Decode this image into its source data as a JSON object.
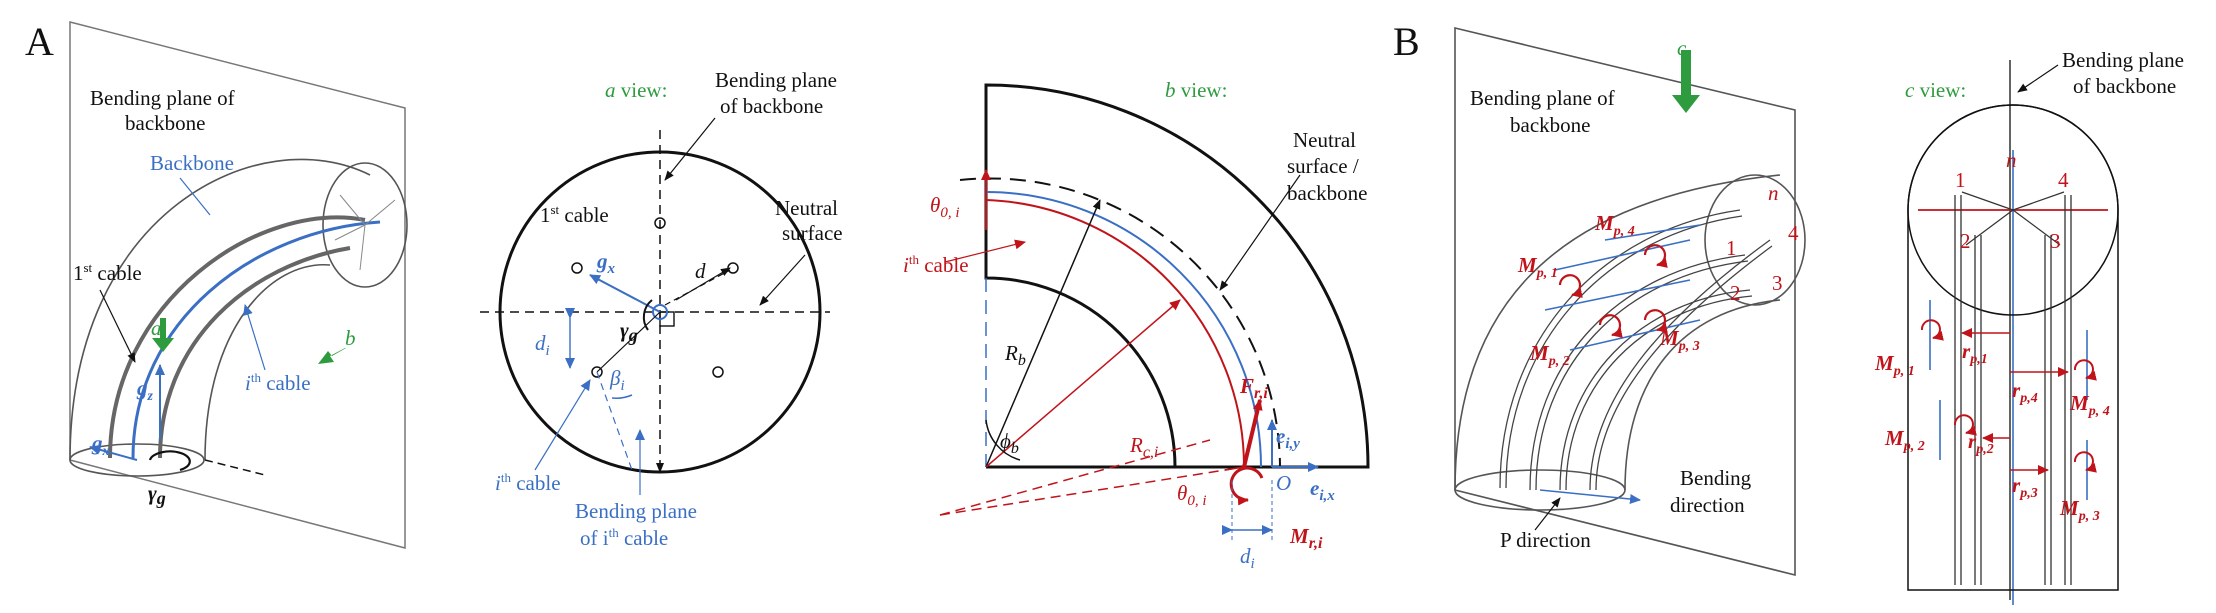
{
  "colors": {
    "black": "#111111",
    "blue": "#3a6fc4",
    "red": "#c0141a",
    "green": "#2e9b3f"
  },
  "panelA": {
    "tag": "A",
    "bending_plane": [
      "Bending plane of",
      "backbone"
    ],
    "backbone": "Backbone",
    "first_cable": "1",
    "cable_word": "cable",
    "st": "st",
    "th": "th",
    "ith": "i",
    "view_a": "a",
    "view_b": "b",
    "gx": "g",
    "gx_sub": "x",
    "gz": "g",
    "gz_sub": "z",
    "gamma": "γ",
    "gamma_g": "g"
  },
  "aview": {
    "title_letter": "a",
    "title_rest": " view:",
    "bending_plane": [
      "Bending plane",
      "of backbone"
    ],
    "neutral": [
      "Neutral",
      "surface"
    ],
    "first_cable": "1",
    "cable_word": "cable",
    "st": "st",
    "gx": "g",
    "gx_sub": "x",
    "d": "d",
    "gamma": "γ",
    "gamma_g": "g",
    "di": "d",
    "di_sub": "i",
    "beta": "β",
    "beta_sub": "i",
    "ith": "i",
    "th": "th",
    "ith_cable_word": "cable",
    "bending_plane_i": [
      "Bending plane",
      "of i",
      "th",
      " cable"
    ]
  },
  "bview": {
    "title_letter": "b",
    "title_rest": " view:",
    "neutral": [
      "Neutral",
      "surface /",
      "backbone"
    ],
    "theta": "θ",
    "theta_sub": "0, i",
    "ith": "i",
    "th": "th",
    "cable_word": "cable",
    "Rb": "R",
    "Rb_sub": "b",
    "phi": "ϕ",
    "phi_sub": "b",
    "Rci": "R",
    "Rci_sub": "c,i",
    "F": "F",
    "F_sub": "r,i",
    "eiy": "e",
    "eiy_sub": "i,y",
    "eix": "e",
    "eix_sub": "i,x",
    "O": "O",
    "Mri": "M",
    "Mri_sub": "r,i",
    "di": "d",
    "di_sub": "i"
  },
  "panelB": {
    "tag": "B",
    "view_c": "c",
    "bending_plane": [
      "Bending plane of",
      "backbone"
    ],
    "n": "n",
    "nums": [
      "1",
      "2",
      "3",
      "4"
    ],
    "M": "M",
    "Mp": [
      "p, 1",
      "p, 2",
      "p, 3",
      "p, 4"
    ],
    "bending_dir": [
      "Bending",
      "direction"
    ],
    "p_dir": "P direction"
  },
  "cview": {
    "title_letter": "c",
    "title_rest": " view:",
    "bending_plane": [
      "Bending plane",
      "of backbone"
    ],
    "n": "n",
    "nums": [
      "1",
      "2",
      "3",
      "4"
    ],
    "M": "M",
    "Mp": [
      "p, 1",
      "p, 2",
      "p, 3",
      "p, 4"
    ],
    "r": "r",
    "rp": [
      "p,1",
      "p,2",
      "p,3",
      "p,4"
    ]
  }
}
